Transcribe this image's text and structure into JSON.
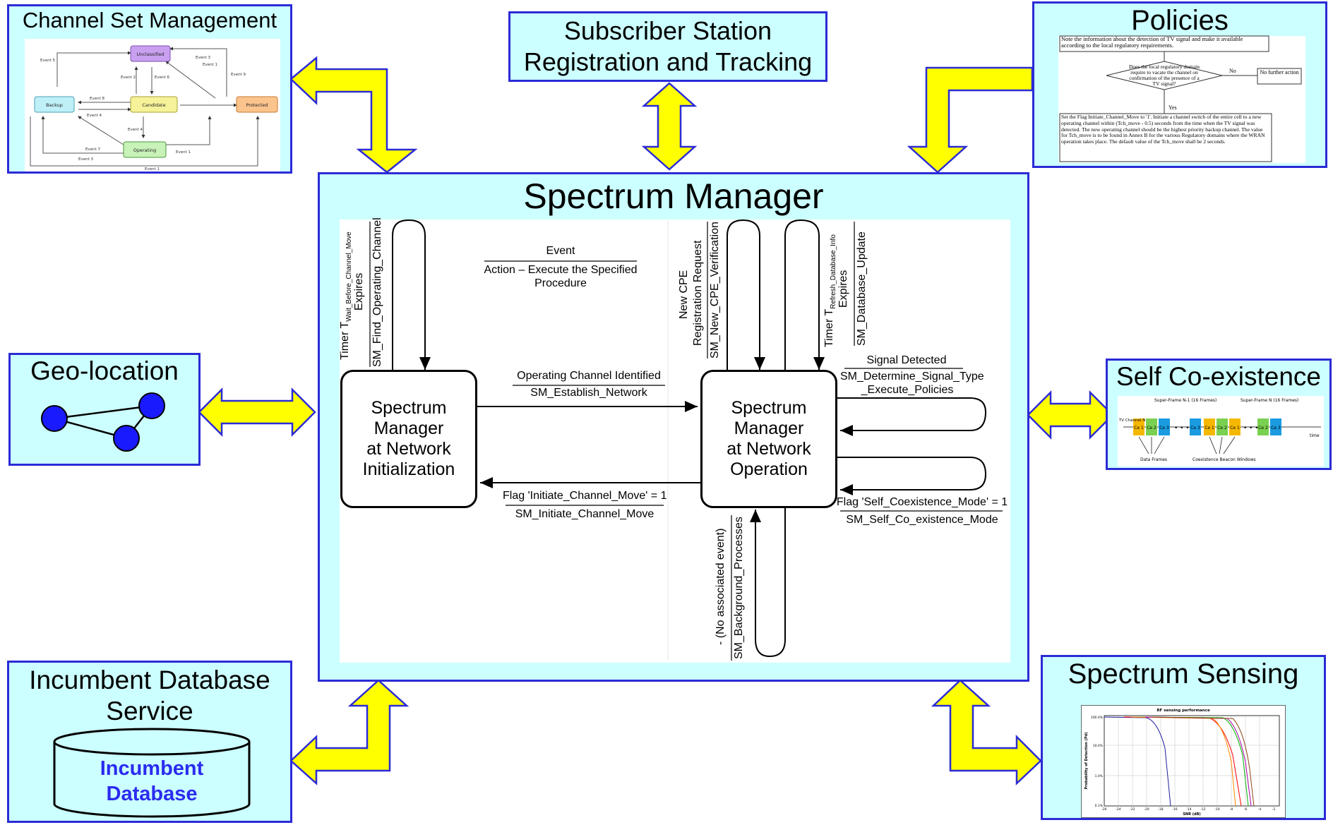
{
  "channel_set": {
    "title": "Channel Set Management",
    "states": [
      "Unclassified",
      "Backup",
      "Candidate",
      "Protected",
      "Operating"
    ],
    "events": [
      "Event 5",
      "Event 2",
      "Event 1",
      "Event 9",
      "Event 3",
      "Event 6",
      "Event 8",
      "Event 4",
      "Event 4",
      "Event 7",
      "Event 3",
      "Event 1",
      "Event 1"
    ]
  },
  "subscriber": {
    "title_line1": "Subscriber Station",
    "title_line2": "Registration and Tracking"
  },
  "policies": {
    "title": "Policies",
    "note": "Note the information about the detection of TV signal and make it available according to the local regulatory requirements.",
    "question": "Does the local regulatory domain require to vacate the channel on confirmation of the presence of a TV signal?",
    "no_label": "No",
    "no_action": "No further action",
    "yes_label": "Yes",
    "yes_action": "Set the Flag Initiate_Channel_Move to '1'. Initiate a channel switch of the entire cell to a new operating channel within (Tch_move - 0.5) seconds from the time when the TV signal was detected. The new operating channel should be the highest priority backup channel. The value for Tch_move is to be found in Annex B for the various Regulatory domains where the WRAN operation takes place. The default value of the Tch_move shall be 2 seconds."
  },
  "spectrum_manager": {
    "title": "Spectrum Manager",
    "legend_event": "Event",
    "legend_action": "Action – Execute the Specified Procedure",
    "state_init": "Spectrum\nManager\nat Network\nInitialization",
    "state_op": "Spectrum\nManager\nat Network\nOperation",
    "t1_event_a": "Timer T",
    "t1_event_sub": "Wait_Before_Channel_Move",
    "t1_event_b": "Expires",
    "t1_action": "SM_Find_Operating_Channel",
    "ncpe_event_a": "New CPE",
    "ncpe_event_b": "Registration Request",
    "ncpe_action": "SM_New_CPE_Verification",
    "t2_event_a": "Timer T",
    "t2_event_sub": "Refresh_Database_Info",
    "t2_event_b": "Expires",
    "t2_action": "SM_Database_Update",
    "op_event": "Operating Channel Identified",
    "op_action": "SM_Establish_Network",
    "icm_event": "Flag 'Initiate_Channel_Move' = 1",
    "icm_action": "SM_Initiate_Channel_Move",
    "sig_event": "Signal Detected",
    "sig_action_1": "SM_Determine_Signal_Type",
    "sig_action_2": "_Execute_Policies",
    "sc_event": "Flag 'Self_Coexistence_Mode' = 1",
    "sc_action": "SM_Self_Co_existence_Mode",
    "bg_event": "- (No associated event)",
    "bg_action": "SM_Background_Processes"
  },
  "geo": {
    "title": "Geo-location"
  },
  "self_coex": {
    "title": "Self Co-existence",
    "superframe_1": "Super-Frame N-1 (16 Frames)",
    "superframe_2": "Super-Frame N (16 Frames)",
    "tv_channel": "TV Channel N",
    "data_frames": "Data Frames",
    "cw_windows": "Coexistence Beacon Windows",
    "time": "time",
    "cells": [
      "Ce 1",
      "Ce 2",
      "Ce 3",
      "Ce 3",
      "Ce 1",
      "Ce 2",
      "Ce 1",
      "Ce 2",
      "Ce 3"
    ]
  },
  "incumbent": {
    "title_line1": "Incumbent Database",
    "title_line2": "Service",
    "db_line1": "Incumbent",
    "db_line2": "Database"
  },
  "sensing": {
    "title": "Spectrum Sensing",
    "chart_title": "RF sensing performance",
    "xlabel": "SNR (dB)",
    "ylabel": "Probability of Detection (Pd)",
    "y_ticks": [
      "100.0%",
      "10.0%",
      "1.0%",
      "0.1%"
    ],
    "x_ticks": [
      "-26",
      "-24",
      "-22",
      "-20",
      "-18",
      "-16",
      "-14",
      "-12",
      "-10",
      "-8",
      "-6",
      "-4",
      "-2"
    ]
  },
  "colors": {
    "box_fill": "#ccffff",
    "box_border": "#2b2bd6",
    "arrow_fill": "#ffff00",
    "arrow_border": "#2b2bd6",
    "geo_node": "#1a1aff"
  }
}
